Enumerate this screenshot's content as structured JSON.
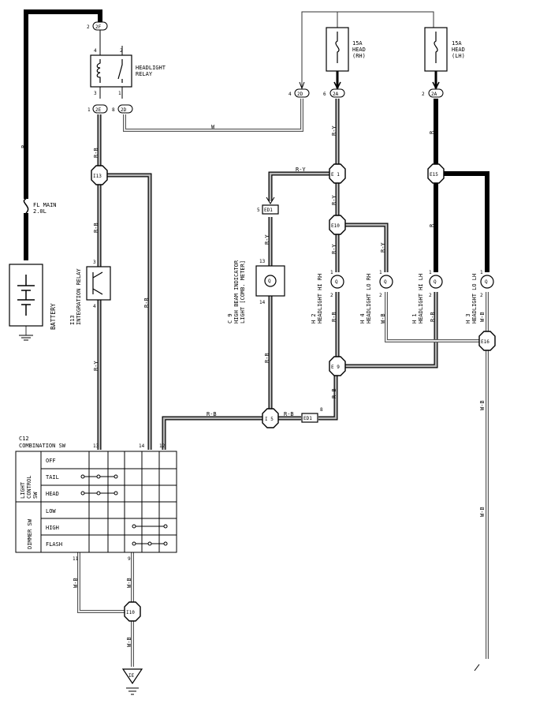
{
  "components": {
    "headlight_relay": "HEADLIGHT RELAY",
    "fuse_rh_1": "15A",
    "fuse_rh_2": "HEAD",
    "fuse_rh_3": "(RH)",
    "fuse_lh_1": "15A",
    "fuse_lh_2": "HEAD",
    "fuse_lh_3": "(LH)",
    "fl_main_1": "FL MAIN",
    "fl_main_2": "2.0L",
    "battery": "BATTERY",
    "integration_relay_1": "I13",
    "integration_relay_2": "INTEGRATION RELAY",
    "indicator_1": "C 9",
    "indicator_2": "HIGH BEAM INDICATOR",
    "indicator_3": "LIGHT [COMB. METER]",
    "hl_hi_rh_1": "H 2",
    "hl_hi_rh_2": "HEADLIGHT HI RH",
    "hl_lo_rh_1": "H 4",
    "hl_lo_rh_2": "HEADLIGHT LO RH",
    "hl_hi_lh_1": "H 1",
    "hl_hi_lh_2": "HEADLIGHT HI LH",
    "hl_lo_lh_1": "H 3",
    "hl_lo_lh_2": "HEADLIGHT LO LH",
    "combo_sw_1": "C12",
    "combo_sw_2": "COMBINATION SW",
    "light_control_1": "LIGHT",
    "light_control_2": "CONTROL",
    "light_control_3": "SW",
    "dimmer_sw": "DIMMER SW"
  },
  "switch_rows": [
    "OFF",
    "TAIL",
    "HEAD",
    "LOW",
    "HIGH",
    "FLASH"
  ],
  "connectors": {
    "c2F": "2F",
    "c2E": "2E",
    "c2D_l": "2D",
    "c2D_r": "2D",
    "c2A_a": "2A",
    "c2A_b": "2A",
    "ED1_top": "ED1",
    "ED1_bot": "ED1",
    "IE": "IE"
  },
  "junctions": {
    "I13": "I13",
    "E1": "E 1",
    "E15": "E15",
    "E10": "E10",
    "E16": "E16",
    "E9": "E 9",
    "I5": "I 5",
    "I10": "I10"
  },
  "wire_colors": {
    "w_b": "B",
    "w_rb_1": "R-B",
    "w_rb_2": "R-B",
    "w_rb_3": "R-B",
    "w_ry_1": "R-Y",
    "w_w": "W",
    "w_ry_2": "R-Y",
    "w_ry_3": "R-Y",
    "w_ry_4": "R-Y",
    "w_r_1": "R",
    "w_r_2": "R",
    "w_ry_5": "R-Y",
    "w_ry_6": "R-Y",
    "w_rb_4": "R-B",
    "w_rb_5": "R-B",
    "w_rb_6": "R-B",
    "w_rb_7": "R-B",
    "w_rb_8": "R-B",
    "w_wb_1": "W-B",
    "w_wb_2": "W-B",
    "w_wb_3": "W-B",
    "w_wb_4": "W-B",
    "w_wb_5": "W-B",
    "w_wb_6": "W-B",
    "w_wb_7": "W-B",
    "w_ry_7": "R-Y",
    "w_rb_9": "R-B"
  },
  "pins": {
    "p2": "2",
    "p4": "4",
    "p2b": "2",
    "p3": "3",
    "p1": "1",
    "p1b": "1",
    "p8": "8",
    "p4c": "4",
    "p6": "6",
    "p2c": "2",
    "p5": "5",
    "p8b": "8",
    "p3b": "3",
    "p4d": "4",
    "p13": "13",
    "p14": "14",
    "p1c": "1",
    "p2d": "2",
    "p1d": "1",
    "p2e": "2",
    "p1e": "1",
    "p2f": "2",
    "p1f": "1",
    "p2g": "2",
    "p13b": "13",
    "p14b": "14",
    "p12": "12",
    "p11": "11",
    "p9": "9"
  }
}
